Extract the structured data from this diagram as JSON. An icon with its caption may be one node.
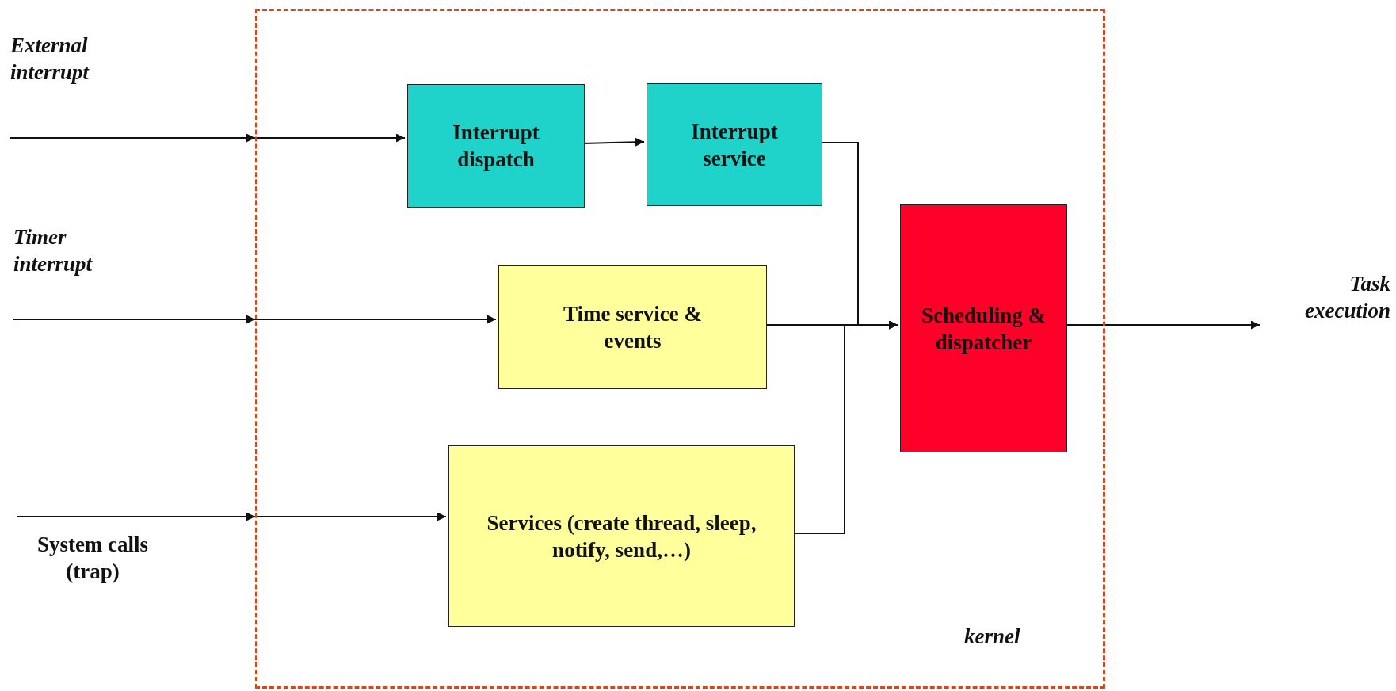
{
  "diagram": {
    "nodes": [
      {
        "text": [
          "kernel"
        ]
      },
      {
        "text": [
          "External interrupt"
        ]
      },
      {
        "text": [
          "Interrupt dispatch"
        ],
        "in": 0
      },
      {
        "text": [
          "Interrupt service"
        ],
        "in": 0
      },
      {
        "text": [
          "Timer interrupt"
        ]
      },
      {
        "text": [
          "Time service & events"
        ],
        "in": 0
      },
      {
        "text": [
          "System calls (trap)"
        ]
      },
      {
        "text": [
          "Services (create thread, sleep, notify, send,…)"
        ],
        "in": 0
      },
      {
        "text": [
          "Scheduling & dispatcher"
        ],
        "in": 0
      },
      {
        "text": [
          "Task execution"
        ]
      }
    ],
    "edges": [
      {
        "from": 1,
        "to": 0,
        "arrow": "to"
      },
      {
        "from": 0,
        "to": 2,
        "arrow": "to"
      },
      {
        "from": 2,
        "to": 3,
        "arrow": "to"
      },
      {
        "from": 4,
        "to": 0,
        "arrow": "to"
      },
      {
        "from": 0,
        "to": 5,
        "arrow": "to"
      },
      {
        "from": 6,
        "to": 0,
        "arrow": "to"
      },
      {
        "from": 0,
        "to": 7,
        "arrow": "to"
      },
      {
        "from": 3,
        "to": 8,
        "arrow": "to"
      },
      {
        "from": 5,
        "to": 8,
        "arrow": "to"
      },
      {
        "from": 7,
        "to": 8,
        "arrow": "to"
      },
      {
        "from": 8,
        "to": 9,
        "arrow": "to"
      }
    ]
  }
}
